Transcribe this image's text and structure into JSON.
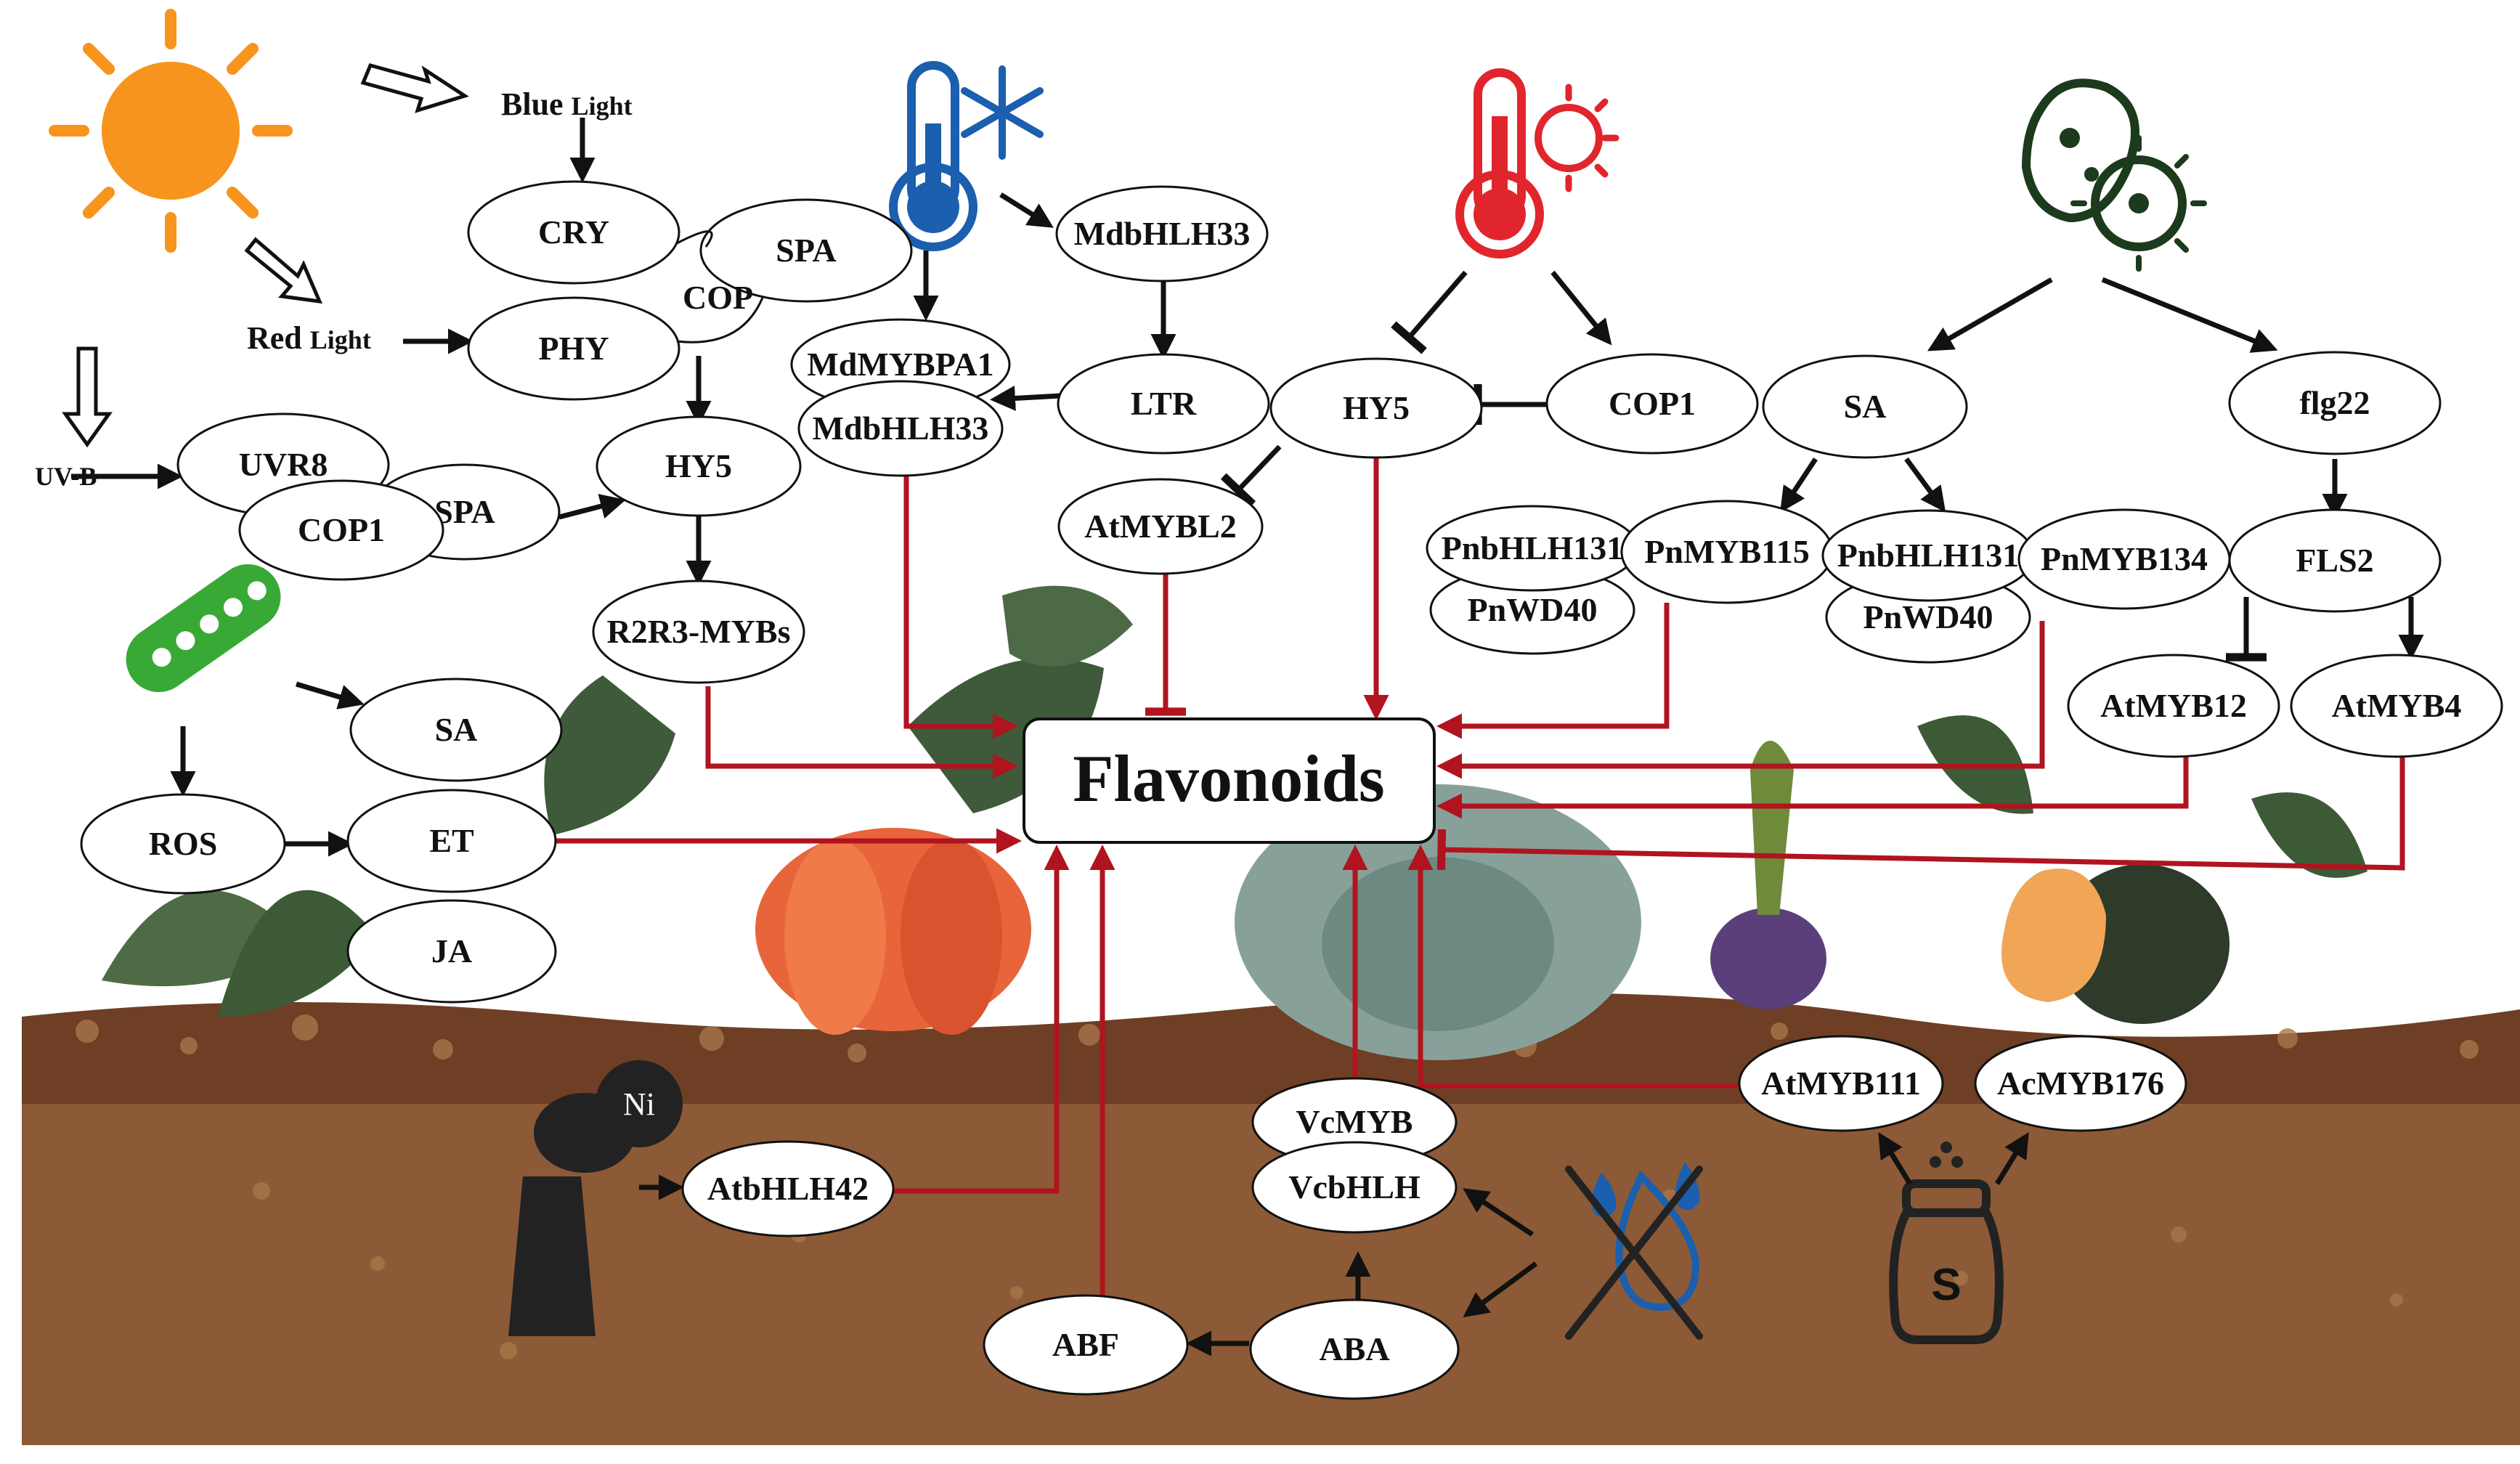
{
  "stimuli": {
    "blue_light": [
      "Blue",
      "Light"
    ],
    "red_light": [
      "Red",
      "Light"
    ],
    "uv_b": "UV-B",
    "nickel": "Ni",
    "salt": "S"
  },
  "nodes": {
    "cry": "CRY",
    "spa_top": "SPA",
    "cop": "COP",
    "phy": "PHY",
    "uvr8": "UVR8",
    "spa_uv": "SPA",
    "cop1_uv": "COP1",
    "hy5_light": "HY5",
    "r2r3": "R2R3-MYBs",
    "sa_left": "SA",
    "ros": "ROS",
    "et": "ET",
    "ja": "JA",
    "mdbhlh33_cold": "MdbHLH33",
    "mdmybpa1": "MdMYBPA1",
    "mdbhlh33_complex": "MdbHLH33",
    "ltr": "LTR",
    "hy5_heat": "HY5",
    "cop1_heat": "COP1",
    "atmybl2": "AtMYBL2",
    "sa_path": "SA",
    "pnbhlh131_a": "PnbHLH131",
    "pnmyb115": "PnMYB115",
    "pnwd40_a": "PnWD40",
    "pnbhlh131_b": "PnbHLH131",
    "pnmyb134": "PnMYB134",
    "pnwd40_b": "PnWD40",
    "flg22": "flg22",
    "fls2": "FLS2",
    "atmyb12": "AtMYB12",
    "atmyb4": "AtMYB4",
    "atbhlh42": "AtbHLH42",
    "vcmyb": "VcMYB",
    "vcbhlh": "VcbHLH",
    "abf": "ABF",
    "aba": "ABA",
    "atmyb111": "AtMYB111",
    "acmyb176": "AcMYB176"
  },
  "center": {
    "label": "Flavonoids"
  },
  "colors": {
    "activation_arrow": "#b0141e",
    "signal_arrow": "#111111",
    "sun": "#f7941d",
    "cold": "#1b5fae",
    "heat": "#e0262c",
    "pathogen": "#1c3a1c",
    "microbe": "#39a935",
    "soil_top": "#7a4a2c",
    "soil": "#8c5a36"
  },
  "icons": [
    "sun-icon",
    "cold-thermometer-icon",
    "snowflake-icon",
    "heat-thermometer-icon",
    "virus-icon",
    "bacterium-icon",
    "factory-icon",
    "drought-icon",
    "salt-shaker-icon"
  ]
}
